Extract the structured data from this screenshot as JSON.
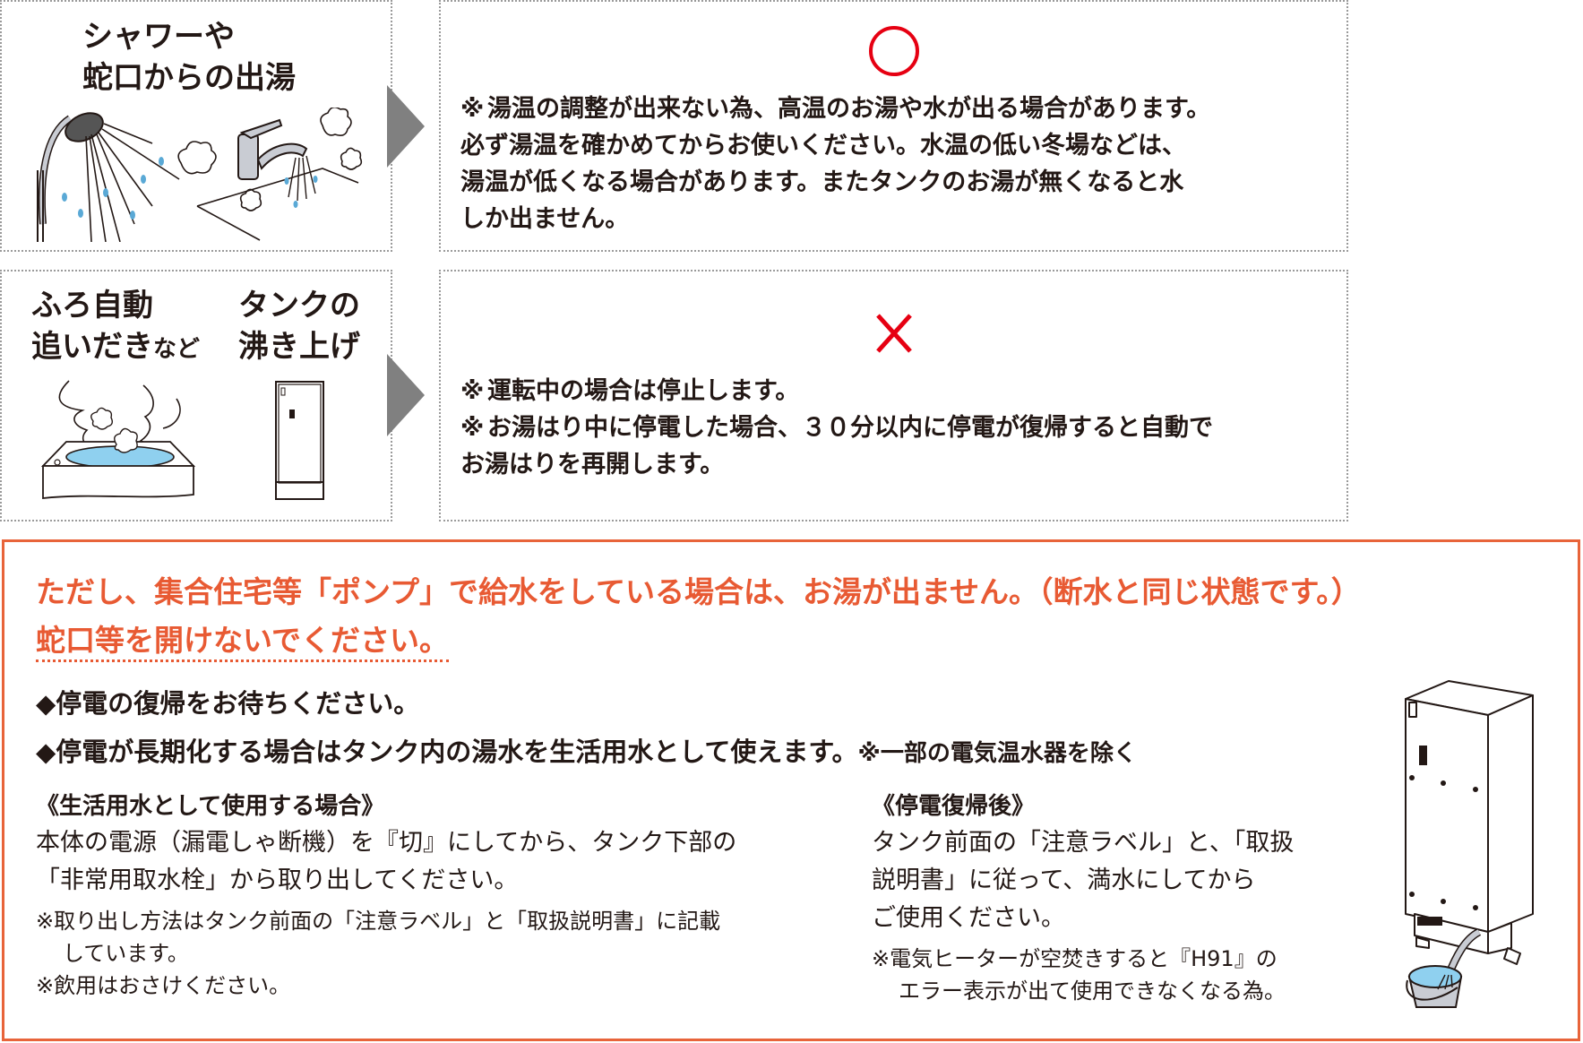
{
  "row1": {
    "title_lines": [
      "シャワーや",
      "蛇口からの出湯"
    ],
    "result_symbol": "circle",
    "result_color": "#e60012",
    "notes": [
      {
        "mark": "※",
        "lines": [
          "湯温の調整が出来ない為、高温のお湯や水が出る場合があります。",
          "必ず湯温を確かめてからお使いください。水温の低い冬場などは、",
          "湯温が低くなる場合があります。またタンクのお湯が無くなると水",
          "しか出ません。"
        ]
      }
    ]
  },
  "row2": {
    "title_left_lines": [
      "ふろ自動",
      "追いだき"
    ],
    "title_left_suffix": "など",
    "title_right_lines": [
      "タンクの",
      "沸き上げ"
    ],
    "result_symbol": "cross",
    "result_color": "#e60012",
    "notes": [
      {
        "mark": "※",
        "lines": [
          "運転中の場合は停止します。"
        ]
      },
      {
        "mark": "※",
        "lines": [
          "お湯はり中に停電した場合、３０分以内に停電が復帰すると自動で",
          "お湯はりを再開します。"
        ]
      }
    ]
  },
  "warning": {
    "line1": "ただし、集合住宅等「ポンプ」で給水をしている場合は、お湯が出ません。（断水と同じ状態です。）",
    "line2": "蛇口等を開けないでください。",
    "color": "#e85a33",
    "border_color": "#e8643a"
  },
  "bullets": [
    {
      "text": "◆停電の復帰をお待ちください。",
      "sub": ""
    },
    {
      "text": "◆停電が長期化する場合はタンク内の湯水を生活用水として使えます。",
      "sub": "※一部の電気温水器を除く"
    }
  ],
  "left_column": {
    "heading": "《生活用水として使用する場合》",
    "body": [
      "本体の電源（漏電しゃ断機）を『切』にしてから、タンク下部の",
      "「非常用取水栓」から取り出してください。"
    ],
    "notes": [
      {
        "first": "※取り出し方法はタンク前面の「注意ラベル」と「取扱説明書」に記載",
        "cont": "しています。"
      },
      {
        "first": "※飲用はおさけください。",
        "cont": ""
      }
    ]
  },
  "right_column": {
    "heading": "《停電復帰後》",
    "body": [
      "タンク前面の「注意ラベル」と、「取扱",
      "説明書」に従って、満水にしてから",
      "ご使用ください。"
    ],
    "notes": [
      {
        "first": "※電気ヒーターが空焚きすると『H91』の",
        "cont": "エラー表示が出て使用できなくなる為。"
      }
    ]
  },
  "colors": {
    "dotted_border": "#9a9a9a",
    "arrow": "#808080",
    "text": "#231815",
    "water": "#8fd0ef"
  }
}
